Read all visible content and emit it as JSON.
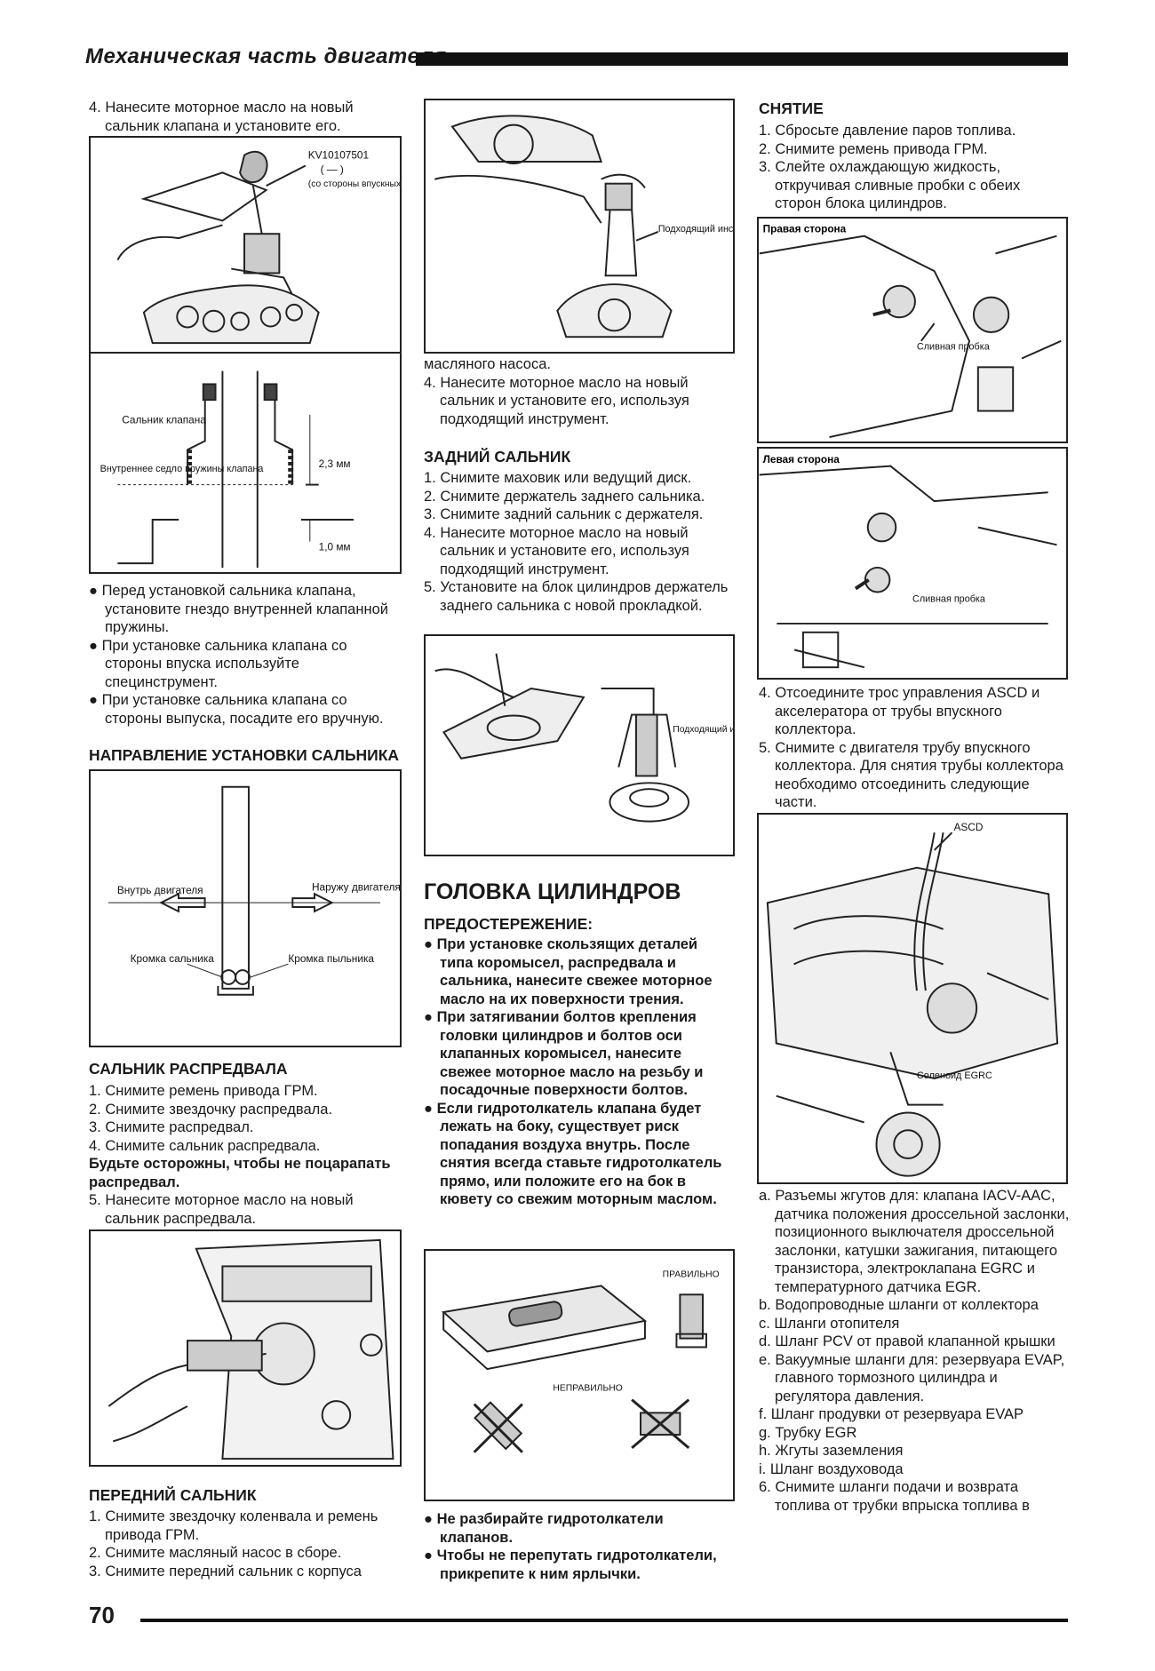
{
  "header": {
    "title": "Механическая часть двигателя"
  },
  "footer": {
    "page_number": "70"
  },
  "col1": {
    "step4a": "4. Нанесите моторное масло на новый сальник клапана и установите его.",
    "fig1_tool": "KV10107501",
    "fig1_dash": "( — )",
    "fig1_side": "(со стороны впускных клапанов)",
    "fig2_seal": "Сальник клапана",
    "fig2_seat": "Внутреннее седло пружины клапана",
    "fig2_dim1": "2,3 мм",
    "fig2_dim2": "1,0 мм",
    "bullets": [
      "Перед установкой сальника клапана, установите гнездо внутренней клапанной пружины.",
      "При установке сальника клапана со стороны впуска используйте специнструмент.",
      "При установке сальника клапана со стороны выпуска, посадите его вручную."
    ],
    "dir_heading": "НАПРАВЛЕНИЕ УСТАНОВКИ САЛЬНИКА",
    "fig3_in": "Внутрь двигателя",
    "fig3_out": "Наружу двигателя",
    "fig3_edge": "Кромка сальника",
    "fig3_dust": "Кромка пыльника",
    "cam_heading": "САЛЬНИК РАСПРЕДВАЛА",
    "cam_steps": [
      "1. Снимите ремень привода ГРМ.",
      "2. Снимите звездочку распредвала.",
      "3. Снимите распредвал.",
      "4. Снимите сальник распредвала."
    ],
    "cam_warn": "Будьте осторожны, чтобы не поцарапать распредвал.",
    "cam_step5": "5. Нанесите моторное масло на новый сальник распредвала.",
    "front_heading": "ПЕРЕДНИЙ САЛЬНИК",
    "front_steps": [
      "1. Снимите звездочку коленвала и ремень привода ГРМ.",
      "2. Снимите масляный насос в сборе.",
      "3. Снимите передний сальник с корпуса"
    ]
  },
  "col2": {
    "fig_tool": "Подходящий инструмент",
    "cont": "масляного насоса.",
    "step4": "4. Нанесите моторное масло на новый сальник и установите его, используя подходящий инструмент.",
    "rear_heading": "ЗАДНИЙ САЛЬНИК",
    "rear_steps": [
      "1. Снимите маховик или ведущий диск.",
      "2. Снимите держатель заднего сальника.",
      "3. Снимите задний сальник с держателя.",
      "4. Нанесите моторное масло на новый сальник и установите его, используя подходящий инструмент.",
      "5. Установите на блок цилиндров держатель заднего сальника с новой прокладкой."
    ],
    "fig_tool2": "Подходящий инструмент",
    "head_title": "ГОЛОВКА ЦИЛИНДРОВ",
    "caution": "ПРЕДОСТЕРЕЖЕНИЕ:",
    "caution_items": [
      "При установке скользящих деталей типа коромысел, распредвала и сальника, нанесите свежее моторное масло на их поверхности трения.",
      "При затягивании болтов крепления головки цилиндров и болтов оси клапанных коромысел, нанесите свежее моторное масло на резьбу и посадочные поверхности болтов.",
      "Если гидротолкатель клапана будет лежать на боку, существует риск попадания воздуха внутрь. После снятия всегда ставьте гидротолкатель прямо, или положите его на бок в кювету со свежим моторным маслом."
    ],
    "fig_right": "ПРАВИЛЬНО",
    "fig_wrong": "НЕПРАВИЛЬНО",
    "final_items": [
      "Не разбирайте гидротолкатели клапанов.",
      "Чтобы не перепутать гидротолкатели, прикрепите к ним ярлычки."
    ]
  },
  "col3": {
    "removal_heading": "СНЯТИЕ",
    "steps1": [
      "1. Сбросьте давление паров топлива.",
      "2. Снимите ремень привода ГРМ.",
      "3. Слейте охлаждающую жидкость, откручивая сливные пробки с обеих сторон блока цилиндров."
    ],
    "fig_right_side": "Правая сторона",
    "fig_plug": "Сливная пробка",
    "fig_left_side": "Левая сторона",
    "fig_plug2": "Сливная пробка",
    "steps2": [
      "4. Отсоедините трос управления ASCD и акселератора от трубы впускного коллектора.",
      "5. Снимите с двигателя трубу впускного коллектора. Для снятия трубы коллектора необходимо отсоединить следующие части."
    ],
    "fig_ascd": "ASCD",
    "fig_egrc": "Соленоид EGRC",
    "sub_items": [
      "a. Разъемы жгутов для: клапана IACV-AAC, датчика положения дроссельной заслонки, позиционного выключателя дроссельной заслонки, катушки зажигания, питающего транзистора, электроклапана EGRC и температурного датчика EGR.",
      "b. Водопроводные шланги от коллектора",
      "c. Шланги отопителя",
      "d. Шланг PCV от правой клапанной крышки",
      "e. Вакуумные шланги для: резервуара EVAP, главного тормозного цилиндра и регулятора давления.",
      "f. Шланг продувки от резервуара EVAP",
      "g. Трубку EGR",
      "h. Жгуты заземления",
      "i. Шланг воздуховода"
    ],
    "step6": "6. Снимите шланги подачи и возврата топлива от трубки впрыска топлива в"
  }
}
